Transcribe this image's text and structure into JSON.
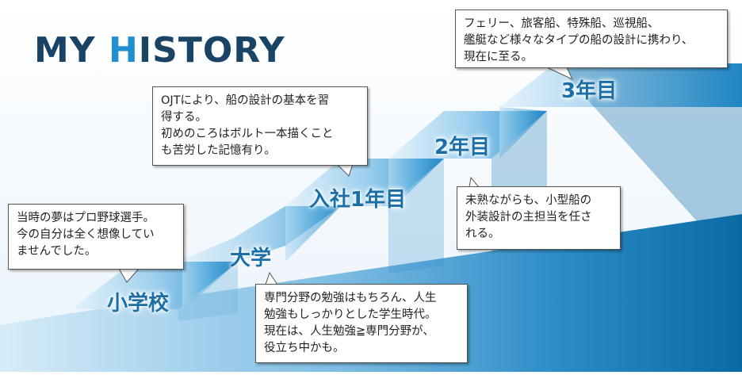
{
  "title": {
    "main": "MY ",
    "accent": "H",
    "rest": "ISTORY"
  },
  "steps": [
    "小学校",
    "大学",
    "入社1年目",
    "2年目",
    "3年目"
  ],
  "callouts": {
    "elementary": [
      "当時の夢はプロ野球選手。",
      "今の自分は全く想像してい",
      "ませんでした。"
    ],
    "university": [
      "専門分野の勉強はもちろん、人生",
      "勉強もしっかりとした学生時代。",
      "現在は、人生勉強≧専門分野が、",
      "役立ち中かも。"
    ],
    "first_year": [
      "OJTにより、船の設計の基本を習",
      "得する。",
      "初めのころはボルト一本描くこと",
      "も苦労した記憶有り。"
    ],
    "second_year": [
      "未熟ながらも、小型船の",
      "外装設計の主担当を任さ",
      "れる。"
    ],
    "third_year": [
      "フェリー、旅客船、特殊船、巡視船、",
      "艦艇など様々なタイプの船の設計に携わり、",
      "現在に至る。"
    ]
  },
  "colors": {
    "title_dark": "#1a4466",
    "title_accent": "#1f8fcf",
    "label": "#1b6fa6",
    "stair_light": "#cfe8f7",
    "stair_dark": "#0a6fa8"
  }
}
